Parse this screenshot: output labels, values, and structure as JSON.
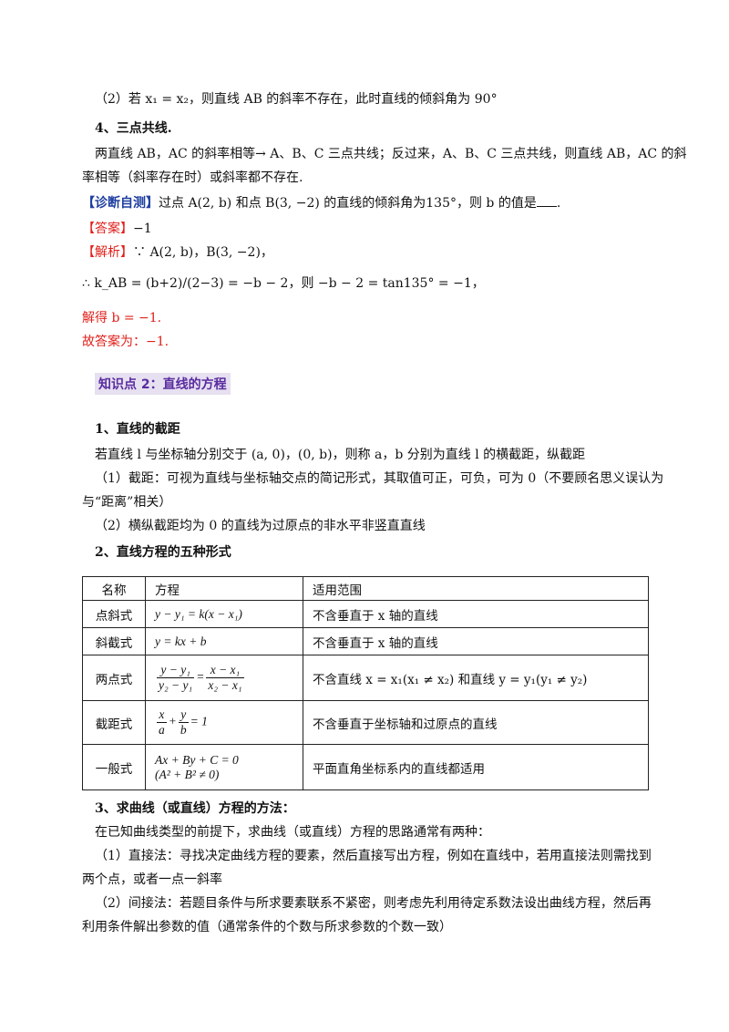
{
  "lines": {
    "l1": "（2）若 x₁ = x₂，则直线 AB 的斜率不存在，此时直线的倾斜角为 90°",
    "h4": "4、三点共线.",
    "p4a": "两直线 AB，AC 的斜率相等→ A、B、C 三点共线；反过来，A、B、C 三点共线，则直线 AB，AC 的斜",
    "p4b": "率相等（斜率存在时）或斜率都不存在.",
    "diag_label": "【诊断自测】",
    "diag_text": "过点 A(2, b) 和点 B(3, −2) 的直线的倾斜角为135°，则 b 的值是",
    "ans_label": "【答案】",
    "ans_val": "−1",
    "jx_label": "【解析】",
    "jx_text": "∵ A(2, b)，B(3, −2)，",
    "jx2": "∴ k_AB = (b+2)/(2−3) = −b − 2，则 −b − 2 = tan135° = −1，",
    "jd": "解得 b = −1.",
    "gd": "故答案为：−1."
  },
  "section2_title": "知识点 2：直线的方程",
  "s1": {
    "title": "1、直线的截距",
    "p1": "若直线 l 与坐标轴分别交于 (a, 0)，(0, b)，则称 a，b 分别为直线 l 的横截距，纵截距",
    "p2a": "（1）截距：可视为直线与坐标轴交点的简记形式，其取值可正，可负，可为 0（不要顾名思义误认为",
    "p2b": "与“距离”相关）",
    "p3": "（2）横纵截距均为 0 的直线为过原点的非水平非竖直直线"
  },
  "s2": {
    "title": "2、直线方程的五种形式",
    "headers": [
      "名称",
      "方程",
      "适用范围"
    ],
    "rows": [
      {
        "name": "点斜式",
        "eq": "y − y₁ = k(x − x₁)",
        "scope": "不含垂直于 x 轴的直线"
      },
      {
        "name": "斜截式",
        "eq": "y = kx + b",
        "scope": "不含垂直于 x 轴的直线"
      },
      {
        "name": "两点式",
        "eq_num1": "y − y₁",
        "eq_den1": "y₂ − y₁",
        "eq_num2": "x − x₁",
        "eq_den2": "x₂ − x₁",
        "scope": "不含直线 x = x₁(x₁ ≠ x₂) 和直线 y = y₁(y₁ ≠ y₂)"
      },
      {
        "name": "截距式",
        "eq_num1": "x",
        "eq_den1": "a",
        "eq_num2": "y",
        "eq_den2": "b",
        "eq_tail": "= 1",
        "scope": "不含垂直于坐标轴和过原点的直线"
      },
      {
        "name": "一般式",
        "eq": "Ax + By + C = 0",
        "eq2": "(A² + B² ≠ 0)",
        "scope": "平面直角坐标系内的直线都适用"
      }
    ]
  },
  "s3": {
    "title": "3、求曲线（或直线）方程的方法：",
    "p1": "在已知曲线类型的前提下，求曲线（或直线）方程的思路通常有两种：",
    "p2a": "（1）直接法：寻找决定曲线方程的要素，然后直接写出方程，例如在直线中，若用直接法则需找到",
    "p2b": "两个点，或者一点一斜率",
    "p3a": "（2）间接法：若题目条件与所求要素联系不紧密，则考虑先利用待定系数法设出曲线方程，然后再",
    "p3b": "利用条件解出参数的值（通常条件的个数与所求参数的个数一致）"
  }
}
